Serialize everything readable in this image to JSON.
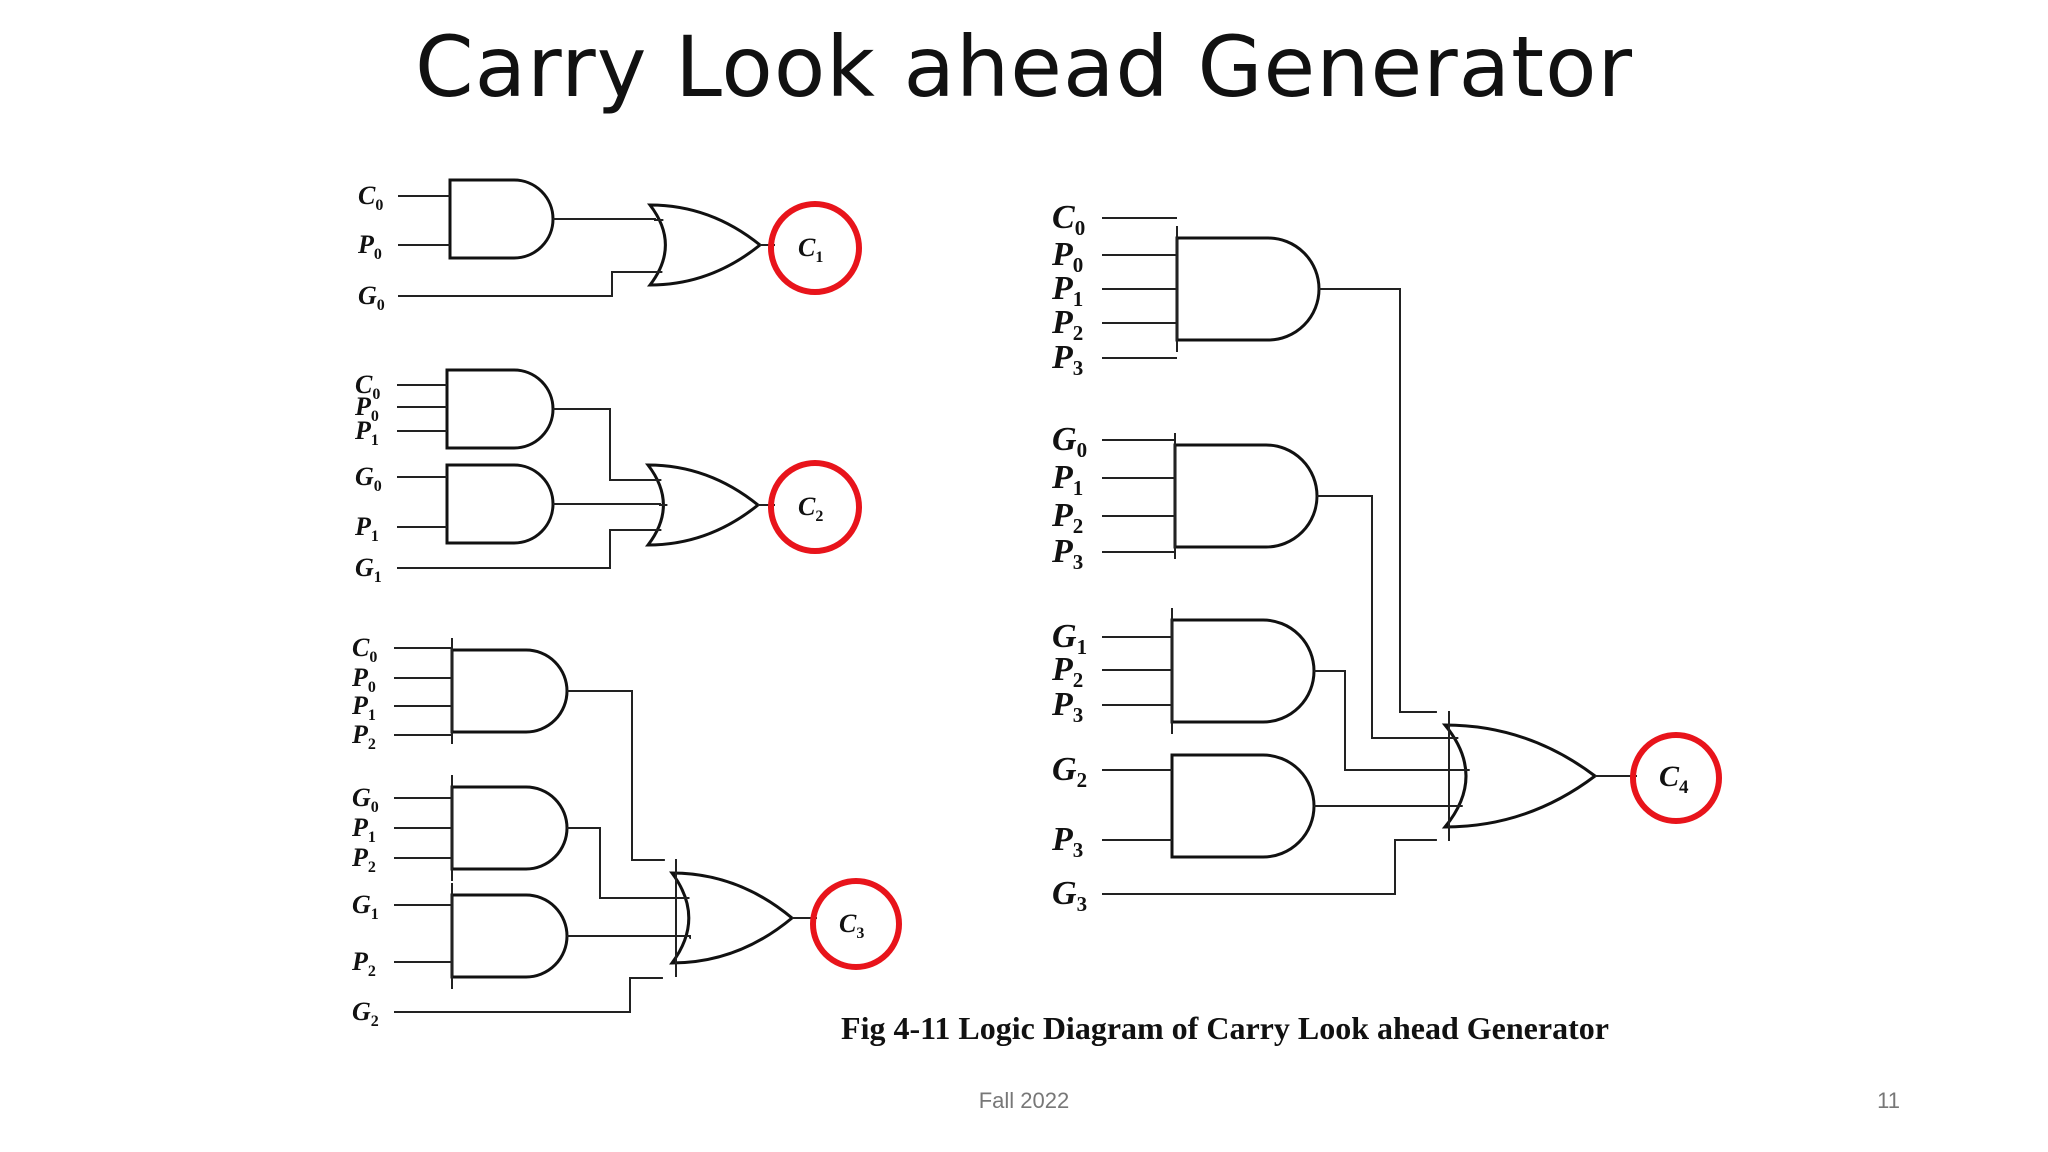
{
  "slide": {
    "title": "Carry Look ahead Generator",
    "caption": "Fig 4-11 Logic Diagram of Carry Look ahead Generator",
    "footer": "Fall 2022",
    "page_number": "11"
  },
  "colors": {
    "highlight": "#e8141b",
    "ink": "#111111"
  },
  "outputs": [
    {
      "id": "C1",
      "base": "C",
      "sub": "1"
    },
    {
      "id": "C2",
      "base": "C",
      "sub": "2"
    },
    {
      "id": "C3",
      "base": "C",
      "sub": "3"
    },
    {
      "id": "C4",
      "base": "C",
      "sub": "4"
    }
  ],
  "circuits": [
    {
      "output": "C1",
      "and_gates": [
        [
          "C0",
          "P0"
        ]
      ],
      "direct_input": "G0"
    },
    {
      "output": "C2",
      "and_gates": [
        [
          "C0",
          "P0",
          "P1"
        ],
        [
          "G0",
          "P1"
        ]
      ],
      "direct_input": "G1"
    },
    {
      "output": "C3",
      "and_gates": [
        [
          "C0",
          "P0",
          "P1",
          "P2"
        ],
        [
          "G0",
          "P1",
          "P2"
        ],
        [
          "G1",
          "P2"
        ]
      ],
      "direct_input": "G2"
    },
    {
      "output": "C4",
      "and_gates": [
        [
          "C0",
          "P0",
          "P1",
          "P2",
          "P3"
        ],
        [
          "G0",
          "P1",
          "P2",
          "P3"
        ],
        [
          "G1",
          "P2",
          "P3"
        ],
        [
          "G2",
          "P3"
        ]
      ],
      "direct_input": "G3"
    }
  ]
}
